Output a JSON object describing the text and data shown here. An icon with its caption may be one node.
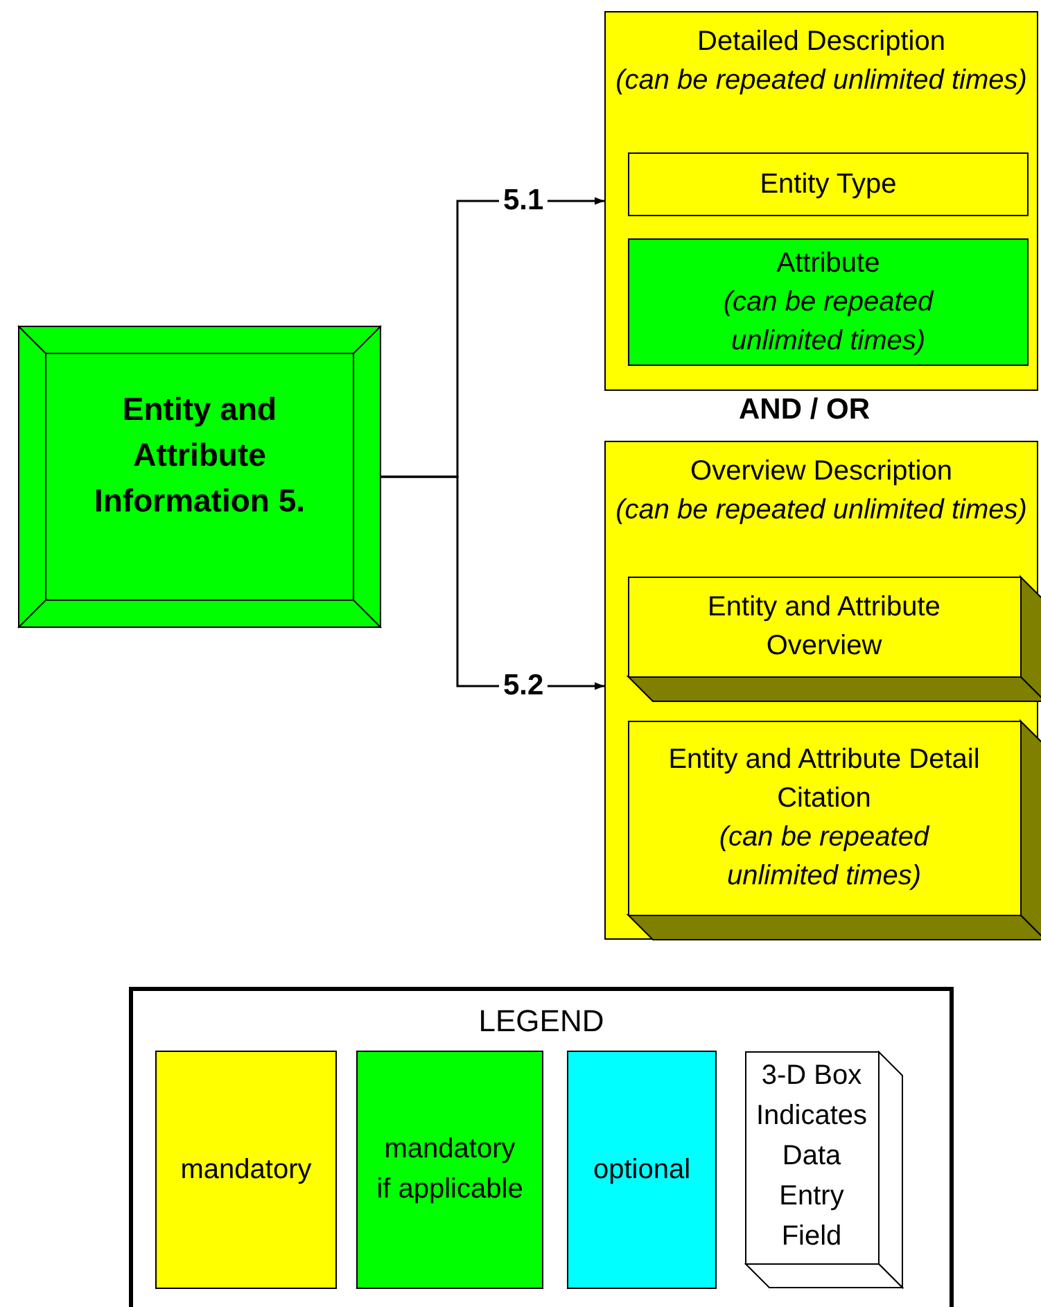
{
  "diagram": {
    "nodes": [
      {
        "text": [
          "Entity and Attribute Information 5."
        ]
      },
      {
        "text": [
          "Detailed Description",
          "(can be repeated unlimited times)"
        ]
      },
      {
        "text": [
          "Entity Type"
        ],
        "in": 1
      },
      {
        "text": [
          "Attribute",
          "(can be repeated unlimited times)"
        ],
        "in": 1
      },
      {
        "text": [
          "Overview Description",
          "(can be repeated unlimited times)"
        ]
      },
      {
        "text": [
          "Entity and Attribute Overview"
        ],
        "in": 4
      },
      {
        "text": [
          "Entity and Attribute Detail Citation",
          "(can be repeated unlimited times)"
        ],
        "in": 4
      }
    ],
    "edges": [
      {
        "from": 0,
        "to": 1,
        "arrow": "to",
        "label": "5.1"
      },
      {
        "from": 0,
        "to": 4,
        "arrow": "to",
        "label": "5.2"
      }
    ],
    "labels": [
      "AND / OR",
      "LEGEND"
    ],
    "legend": [
      {
        "text": "mandatory",
        "color": "#ffff00"
      },
      {
        "text": "mandatory if applicable",
        "color": "#00ff00"
      },
      {
        "text": "optional",
        "color": "#00ffff"
      },
      {
        "text": "3-D Box Indicates Data Entry Field"
      }
    ]
  }
}
